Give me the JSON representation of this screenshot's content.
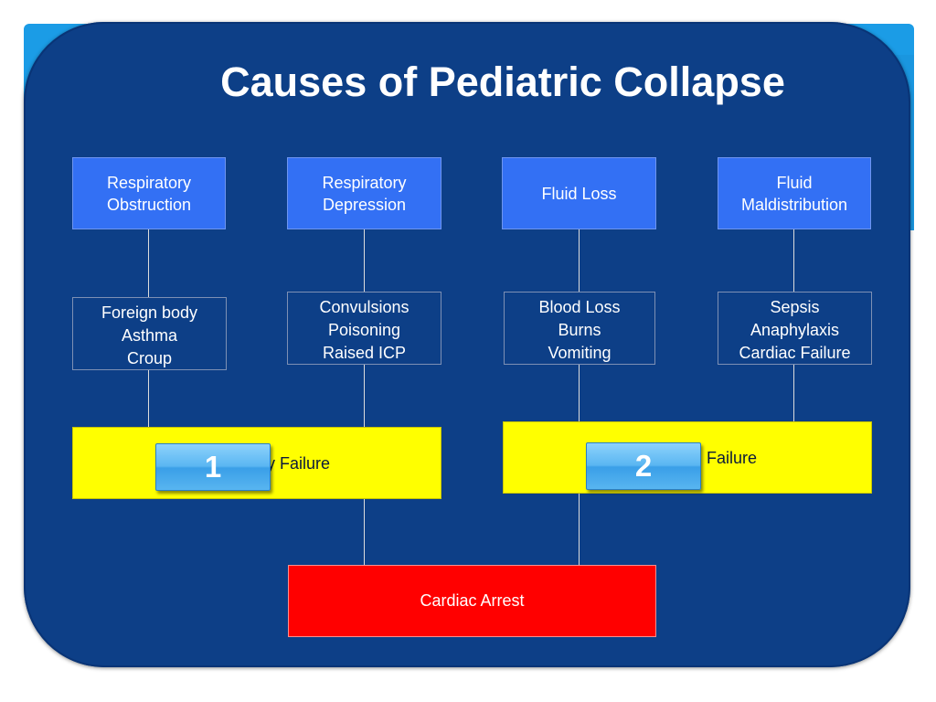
{
  "title": "Causes of Pediatric Collapse",
  "causes": [
    {
      "lines": [
        "Respiratory",
        "Obstruction"
      ]
    },
    {
      "lines": [
        "Respiratory",
        "Depression"
      ]
    },
    {
      "lines": [
        "Fluid Loss"
      ]
    },
    {
      "lines": [
        "Fluid",
        "Maldistribution"
      ]
    }
  ],
  "examples": [
    {
      "lines": [
        "Foreign body",
        "Asthma",
        "Croup"
      ]
    },
    {
      "lines": [
        "Convulsions",
        "Poisoning",
        "Raised ICP"
      ]
    },
    {
      "lines": [
        "Blood Loss",
        "Burns",
        "Vomiting"
      ]
    },
    {
      "lines": [
        "Sepsis",
        "Anaphylaxis",
        "Cardiac Failure"
      ]
    }
  ],
  "failures": [
    {
      "visible_text": "y Failure",
      "badge": "1"
    },
    {
      "visible_text": "Failure",
      "badge": "2"
    }
  ],
  "outcome": "Cardiac Arrest",
  "colors": {
    "panel": "#0d3f87",
    "cause_box": "#3370f4",
    "failure_box": "#ffff00",
    "outcome_box": "#ff0000",
    "accent_frame": "#1b9ce6"
  }
}
